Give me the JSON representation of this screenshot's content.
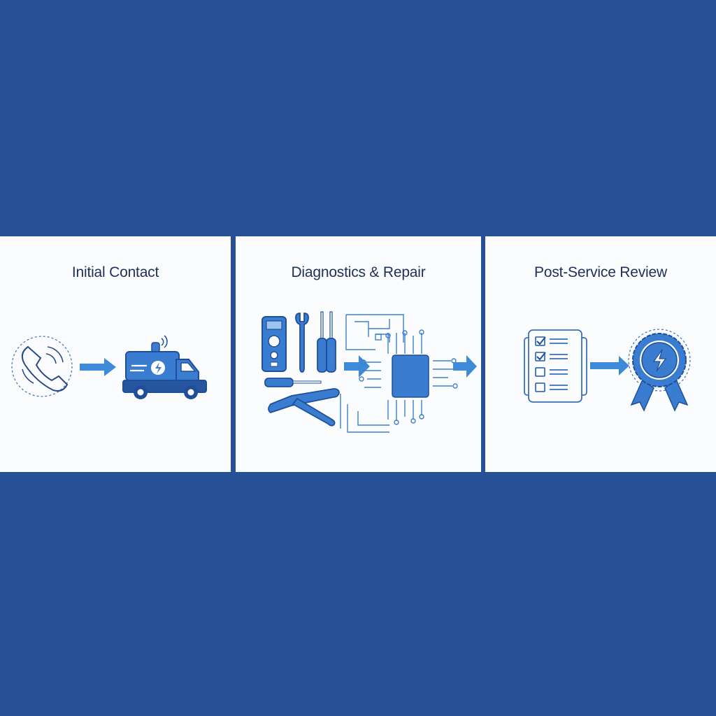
{
  "diagram": {
    "type": "process-flow",
    "colors": {
      "background": "#275196",
      "panel": "#fbfcfd",
      "title_text": "#1f2f57",
      "icon_primary": "#3a7dd0",
      "icon_dark": "#1f4f9a",
      "arrow": "#3d8ad8"
    },
    "steps": [
      {
        "title": "Initial Contact",
        "icons": [
          "phone-icon",
          "service-van-icon"
        ],
        "connector": "arrow-right"
      },
      {
        "title": "Diagnostics & Repair",
        "icons": [
          "multimeter-icon",
          "wrench-icon",
          "screwdriver-icon",
          "circuit-board-chip-icon"
        ],
        "connector": "arrow-right"
      },
      {
        "title": "Post-Service Review",
        "icons": [
          "checklist-icon",
          "award-badge-icon"
        ],
        "connector": "arrow-right"
      }
    ]
  }
}
